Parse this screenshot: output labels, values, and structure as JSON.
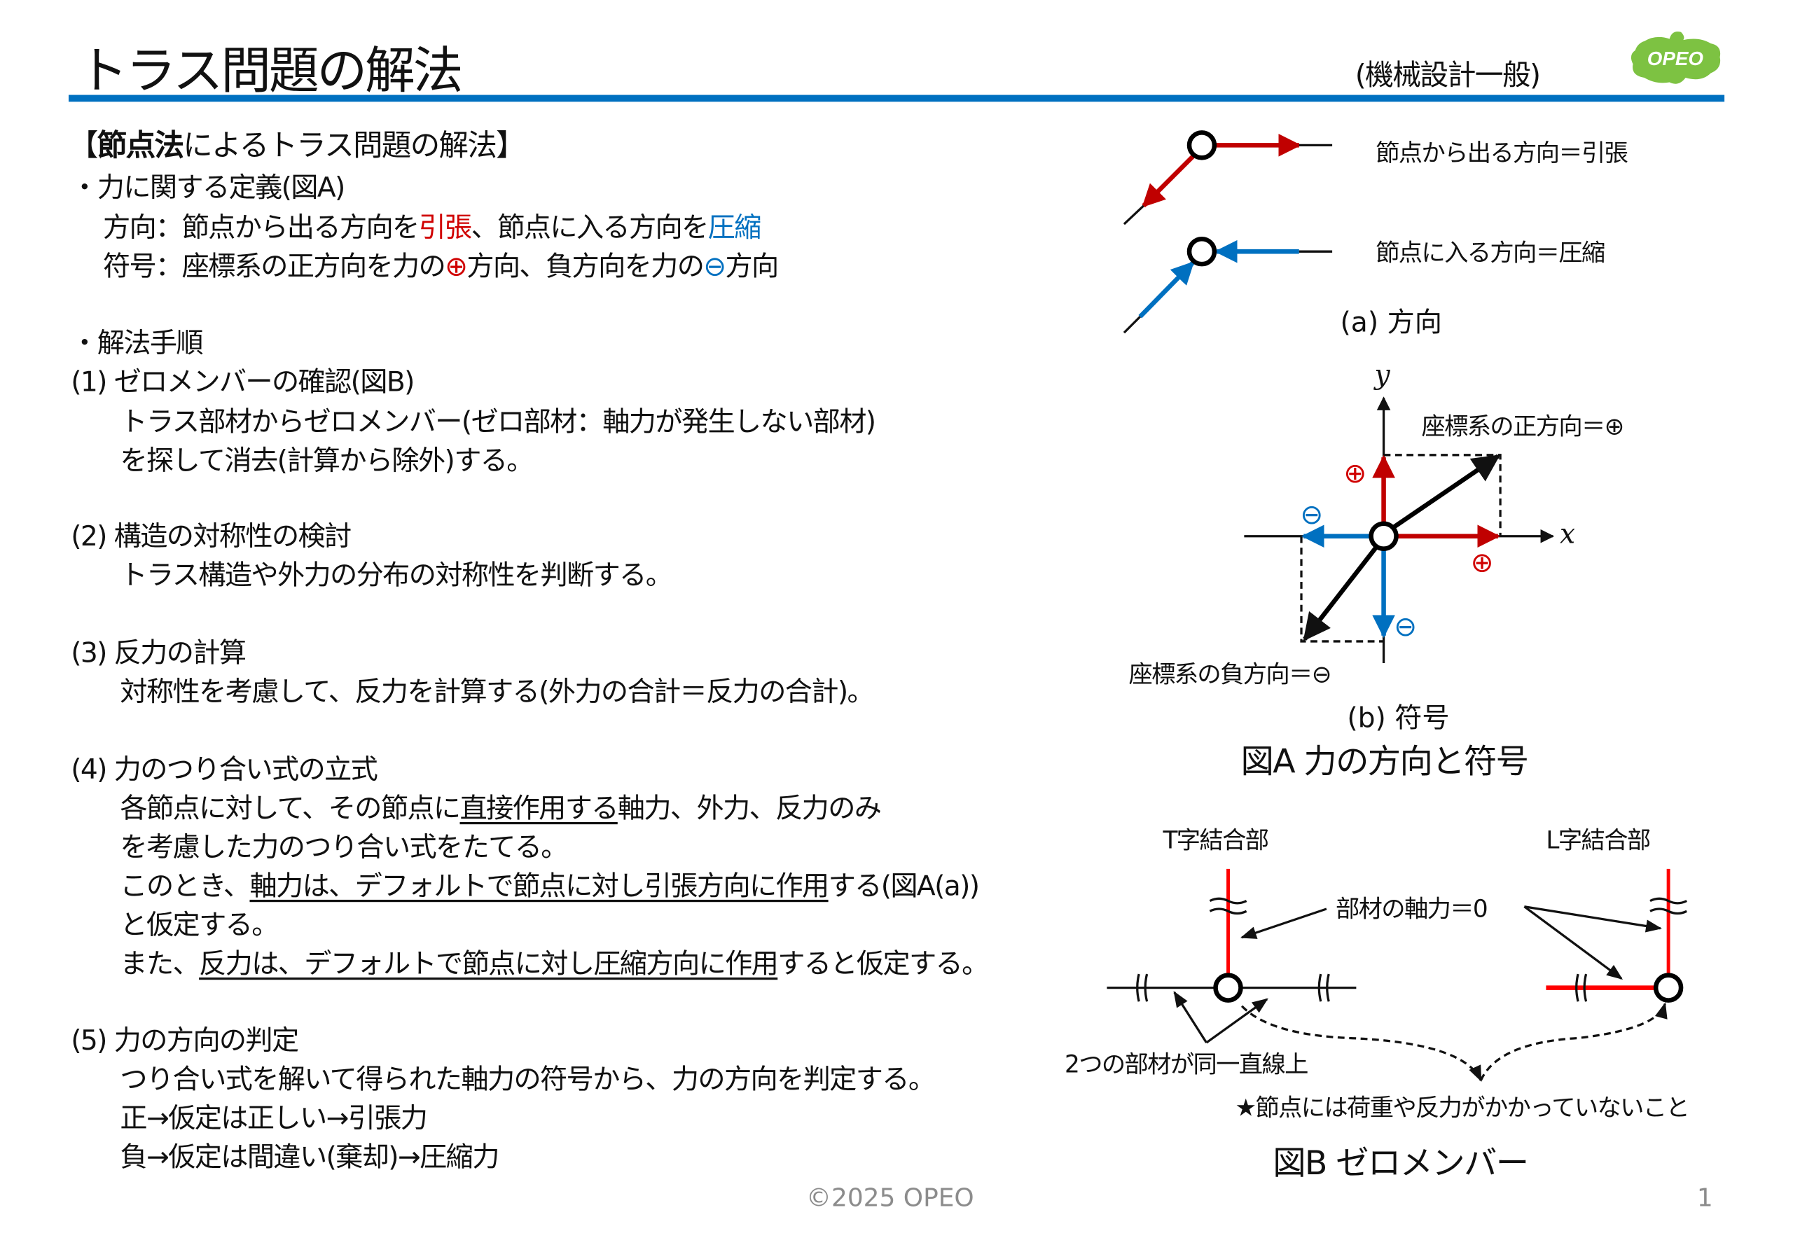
{
  "header": {
    "title": "トラス問題の解法",
    "subject": "(機械設計一般)",
    "logo_text": "OPEO",
    "accent_color": "#0070c0"
  },
  "left": {
    "heading": {
      "open": "【",
      "bold": "節点法",
      "rest": "によるトラス問題の解法】"
    },
    "definition": {
      "title": "・力に関する定義(図A)",
      "direction": {
        "prefix": "方向：節点から出る方向を",
        "tension": "引張",
        "mid": "、節点に入る方向を",
        "compression": "圧縮"
      },
      "sign": {
        "prefix": "符号：座標系の正方向を力の",
        "plus": "⊕",
        "mid": "方向、負方向を力の",
        "minus": "⊖",
        "suffix": "方向"
      }
    },
    "procedure_title": "・解法手順",
    "steps": [
      {
        "title": "(1) ゼロメンバーの確認(図B)",
        "lines": [
          "トラス部材からゼロメンバー(ゼロ部材：軸力が発生しない部材)",
          "を探して消去(計算から除外)する。"
        ]
      },
      {
        "title": "(2) 構造の対称性の検討",
        "lines": [
          "トラス構造や外力の分布の対称性を判断する。"
        ]
      },
      {
        "title": "(3) 反力の計算",
        "lines": [
          "対称性を考慮して、反力を計算する(外力の合計＝反力の合計)。"
        ]
      },
      {
        "title": "(4) 力のつり合い式の立式",
        "l1": {
          "a": "各節点に対して、その節点に",
          "u": "直接作用する",
          "b": "軸力、外力、反力のみ"
        },
        "l2": "を考慮した力のつり合い式をたてる。",
        "l3": {
          "a": "このとき、",
          "u": "軸力は、デフォルトで節点に対し引張方向に作用",
          "b": "する(図A(a))"
        },
        "l4": "と仮定する。",
        "l5": {
          "a": "また、",
          "u": "反力は、デフォルトで節点に対し圧縮方向に作用",
          "b": "すると仮定する。"
        }
      },
      {
        "title": "(5) 力の方向の判定",
        "lines": [
          "つり合い式を解いて得られた軸力の符号から、力の方向を判定する。",
          "正→仮定は正しい→引張力",
          "負→仮定は間違い(棄却)→圧縮力"
        ]
      }
    ]
  },
  "figA": {
    "a_tension_label": "節点から出る方向＝引張",
    "a_compression_label": "節点に入る方向＝圧縮",
    "a_caption": "(a) 方向",
    "axis_y": "y",
    "axis_x": "x",
    "positive_label": "座標系の正方向＝⊕",
    "negative_label": "座標系の負方向＝⊖",
    "plus": "⊕",
    "minus": "⊖",
    "b_caption": "(b) 符号",
    "title": "図A 力の方向と符号",
    "colors": {
      "tension": "#c00000",
      "compression": "#0070c0"
    }
  },
  "figB": {
    "t_label": "T字結合部",
    "l_label": "L字結合部",
    "zero_label": "部材の軸力＝0",
    "collinear_label": "2つの部材が同一直線上",
    "note": "★節点には荷重や反力がかかっていないこと",
    "title": "図B ゼロメンバー",
    "zero_color": "#ff0000"
  },
  "footer": {
    "copyright": "©2025 OPEO",
    "page": "1"
  }
}
